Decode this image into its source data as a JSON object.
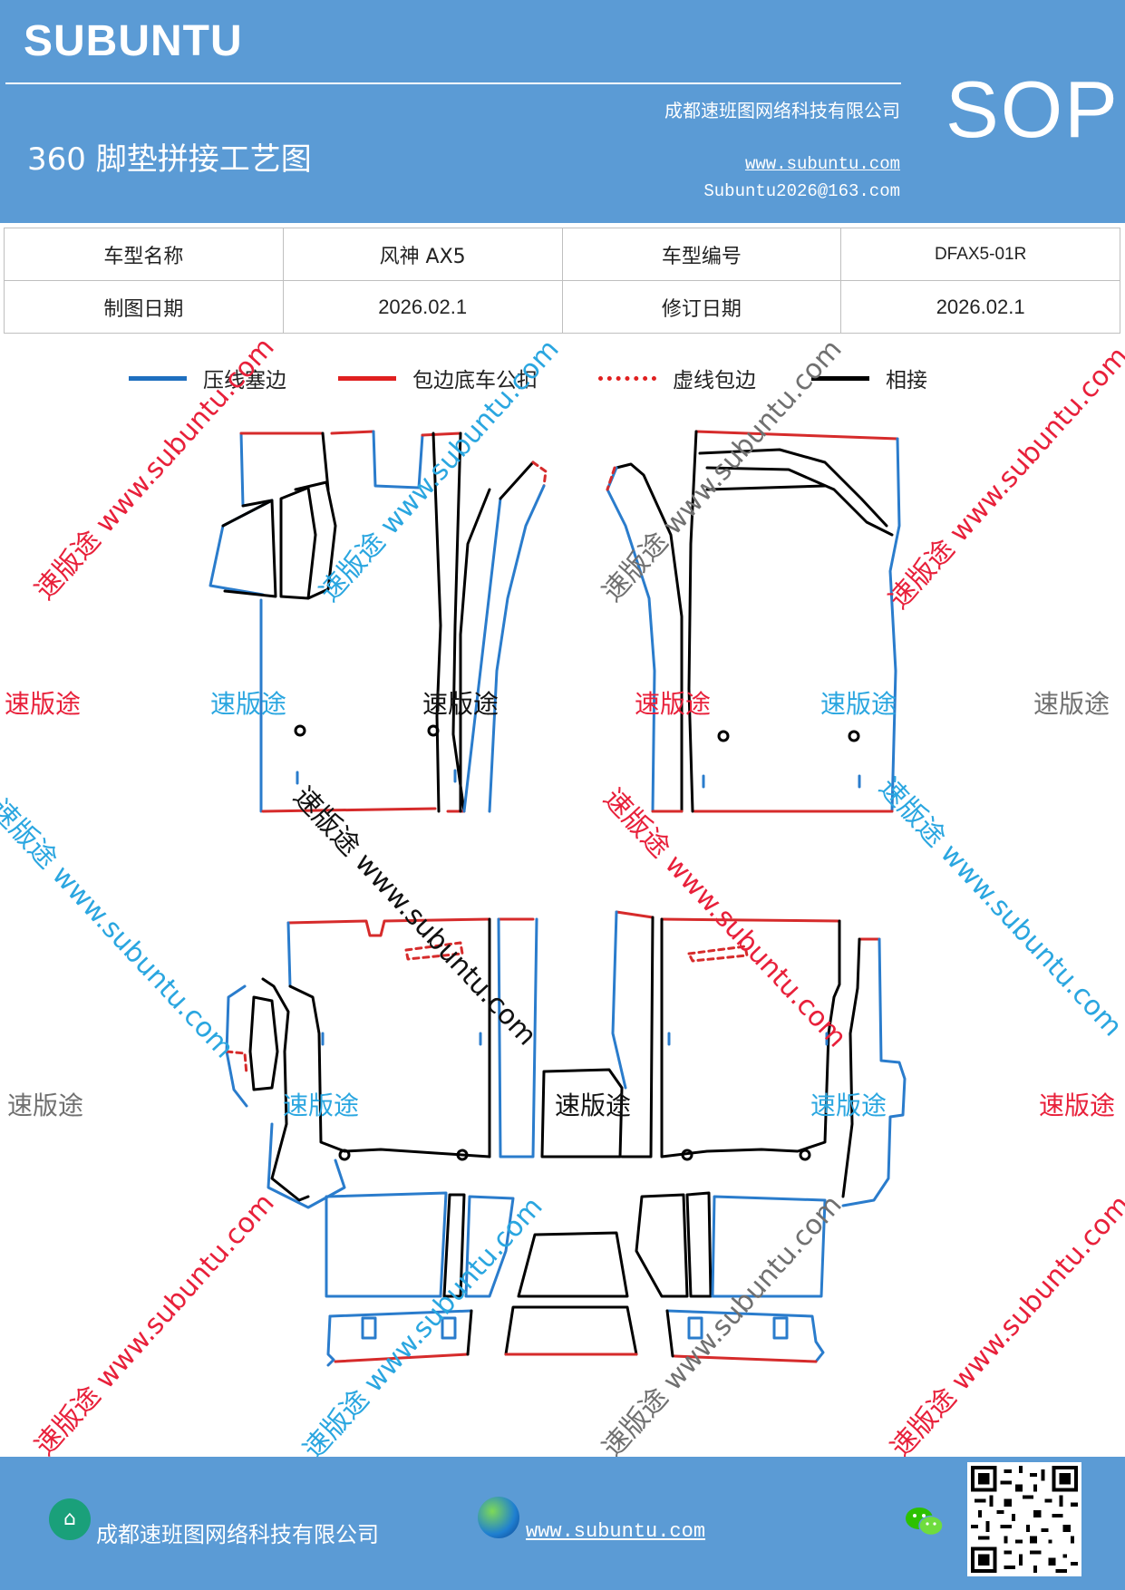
{
  "header": {
    "brand": "SUBUNTU",
    "company": "成都速班图网络科技有限公司",
    "title": "360 脚垫拼接工艺图",
    "website": "www.subuntu.com",
    "email": "Subuntu2026@163.com",
    "badge": "SOP"
  },
  "info_table": {
    "rows": [
      [
        "车型名称",
        "风神 AX5",
        "车型编号",
        "DFAX5-01R"
      ],
      [
        "制图日期",
        "2026.02.1",
        "修订日期",
        "2026.02.1"
      ]
    ]
  },
  "legend": [
    {
      "label": "压线塞边",
      "color": "#1f6fbf",
      "style": "solid"
    },
    {
      "label": "包边底车公扣",
      "color": "#e02020",
      "style": "solid"
    },
    {
      "label": "虚线包边",
      "color": "#e02020",
      "style": "dotted"
    },
    {
      "label": "相接",
      "color": "#000000",
      "style": "solid"
    }
  ],
  "watermark": {
    "label": "速版途",
    "diagonal": "速版途 www.subuntu.com",
    "colors": {
      "red": "#e8203a",
      "blue": "#2aa6e0",
      "gray": "#707070",
      "black": "#111111"
    }
  },
  "footer": {
    "company": "成都速班图网络科技有限公司",
    "website": "www.subuntu.com",
    "icons": [
      "home-icon",
      "globe-icon",
      "wechat-icon",
      "qr-code"
    ]
  }
}
